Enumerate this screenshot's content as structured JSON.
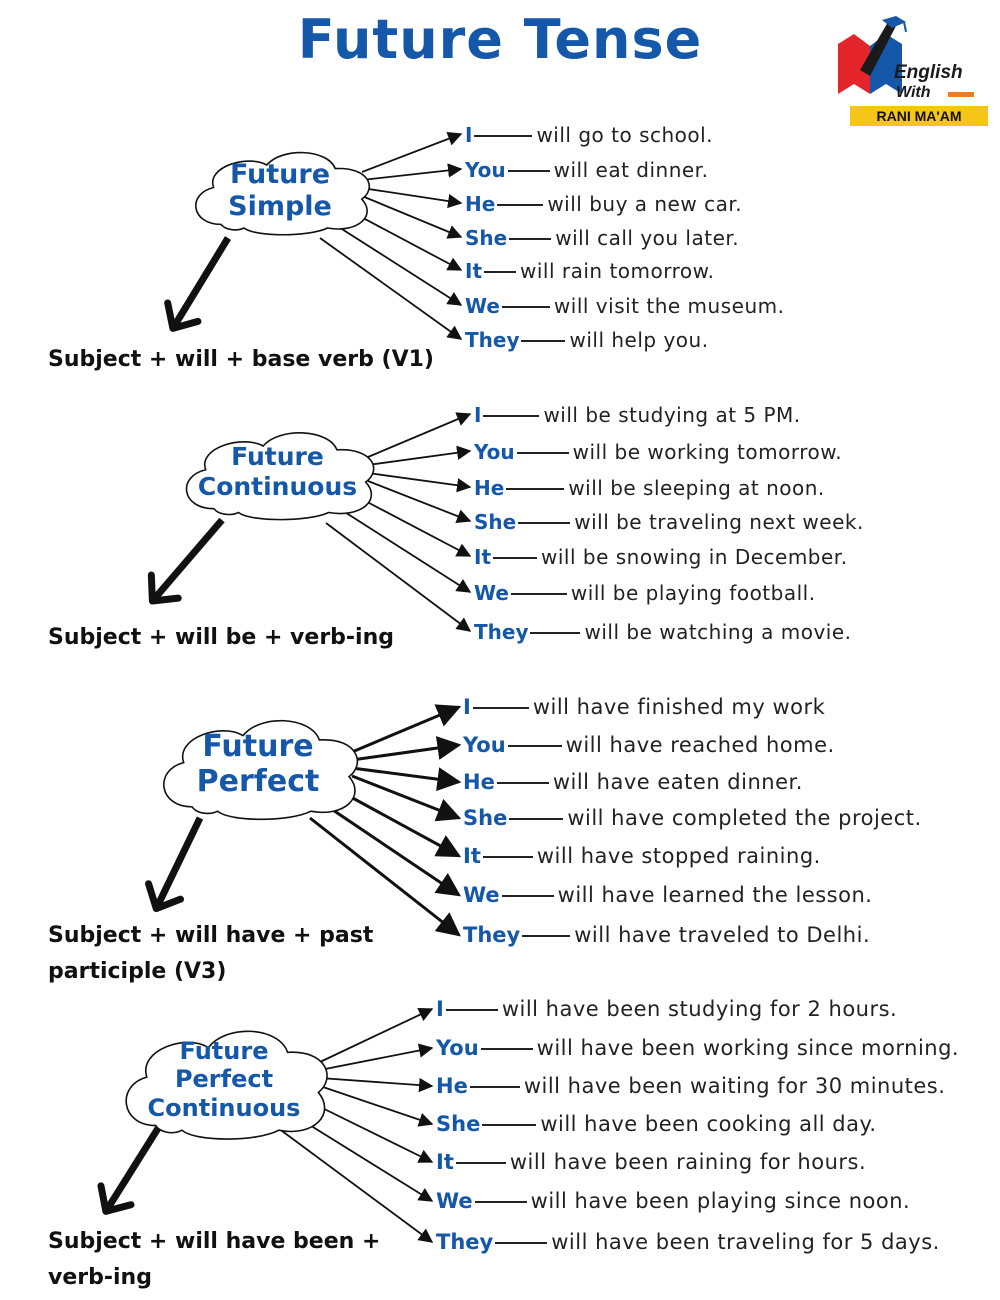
{
  "title": "Future Tense",
  "logo": {
    "line1": "English",
    "line2": "With",
    "line3": "RANI MA'AM"
  },
  "sections": [
    {
      "name_lines": [
        "Future",
        "Simple"
      ],
      "formula_lines": [
        "Subject + will + base verb (V1)"
      ],
      "sentences": [
        {
          "subject": "I",
          "rest": "will go to school."
        },
        {
          "subject": "You",
          "rest": "will eat dinner."
        },
        {
          "subject": "He",
          "rest": "will buy a new car."
        },
        {
          "subject": "She",
          "rest": "will call you later."
        },
        {
          "subject": "It",
          "rest": "will rain tomorrow."
        },
        {
          "subject": "We",
          "rest": "will visit the museum."
        },
        {
          "subject": "They",
          "rest": "will help you."
        }
      ]
    },
    {
      "name_lines": [
        "Future",
        "Continuous"
      ],
      "formula_lines": [
        "Subject + will be + verb-ing"
      ],
      "sentences": [
        {
          "subject": "I",
          "rest": "will be studying at 5 PM."
        },
        {
          "subject": "You",
          "rest": "will be working tomorrow."
        },
        {
          "subject": "He",
          "rest": "will be sleeping at noon."
        },
        {
          "subject": "She",
          "rest": "will be traveling next week."
        },
        {
          "subject": "It",
          "rest": "will be snowing in December."
        },
        {
          "subject": "We",
          "rest": "will be playing football."
        },
        {
          "subject": "They",
          "rest": "will be watching a movie."
        }
      ]
    },
    {
      "name_lines": [
        "Future",
        "Perfect"
      ],
      "formula_lines": [
        "Subject + will have + past",
        "participle (V3)"
      ],
      "sentences": [
        {
          "subject": "I",
          "rest": "will have finished my work"
        },
        {
          "subject": "You",
          "rest": "will have reached home."
        },
        {
          "subject": "He",
          "rest": "will have eaten dinner."
        },
        {
          "subject": "She",
          "rest": "will have completed the project."
        },
        {
          "subject": "It",
          "rest": "will have stopped raining."
        },
        {
          "subject": "We",
          "rest": "will have learned the lesson."
        },
        {
          "subject": "They",
          "rest": "will have traveled to Delhi."
        }
      ]
    },
    {
      "name_lines": [
        "Future",
        "Perfect",
        "Continuous"
      ],
      "formula_lines": [
        "Subject + will have been +",
        "verb-ing"
      ],
      "sentences": [
        {
          "subject": "I",
          "rest": "will have been studying for 2 hours."
        },
        {
          "subject": "You",
          "rest": "will have been working since morning."
        },
        {
          "subject": "He",
          "rest": "will have been waiting for 30 minutes."
        },
        {
          "subject": "She",
          "rest": "will have been cooking all day."
        },
        {
          "subject": "It",
          "rest": "will have been raining for hours."
        },
        {
          "subject": "We",
          "rest": "will have been playing since noon."
        },
        {
          "subject": "They",
          "rest": "will have been traveling for 5 days."
        }
      ]
    }
  ],
  "colors": {
    "title": "#1557a8",
    "subject": "#1557a8",
    "logo_bar": "#f5c518",
    "logo_accent": "#f07c1e",
    "logo_red": "#e4262c"
  }
}
